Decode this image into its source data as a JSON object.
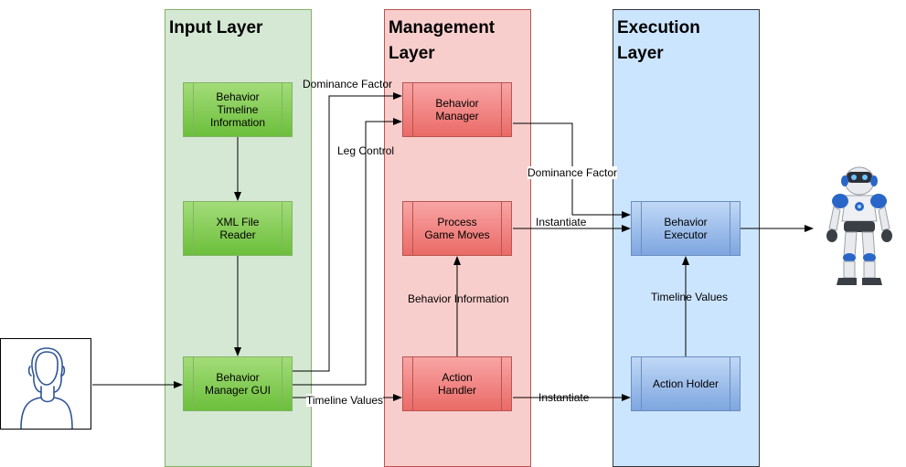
{
  "layers": {
    "input": {
      "title": "Input Layer",
      "color": "#d5e8d4"
    },
    "management": {
      "title": "Management\nLayer",
      "color": "#f8cecc"
    },
    "execution": {
      "title": "Execution\nLayer",
      "color": "#cce5ff"
    }
  },
  "nodes": {
    "timeline_info": "Behavior Timeline Information",
    "xml_reader": "XML File Reader",
    "manager_gui": "Behavior Manager GUI",
    "behavior_manager": "Behavior Manager",
    "process_moves": "Process Game Moves",
    "action_handler": "Action Handler",
    "behavior_executor": "Behavior Executor",
    "action_holder": "Action Holder"
  },
  "edge_labels": {
    "dominance_factor_in": "Dominance Factor",
    "leg_control": "Leg Control",
    "timeline_values_in": "Timeline Values",
    "dominance_factor_out": "Dominance Factor",
    "instantiate_top": "Instantiate",
    "instantiate_bottom": "Instantiate",
    "behavior_information": "Behavior Information",
    "timeline_values_out": "Timeline Values"
  },
  "icons": {
    "user": "user-icon",
    "robot": "humanoid-robot-icon"
  }
}
